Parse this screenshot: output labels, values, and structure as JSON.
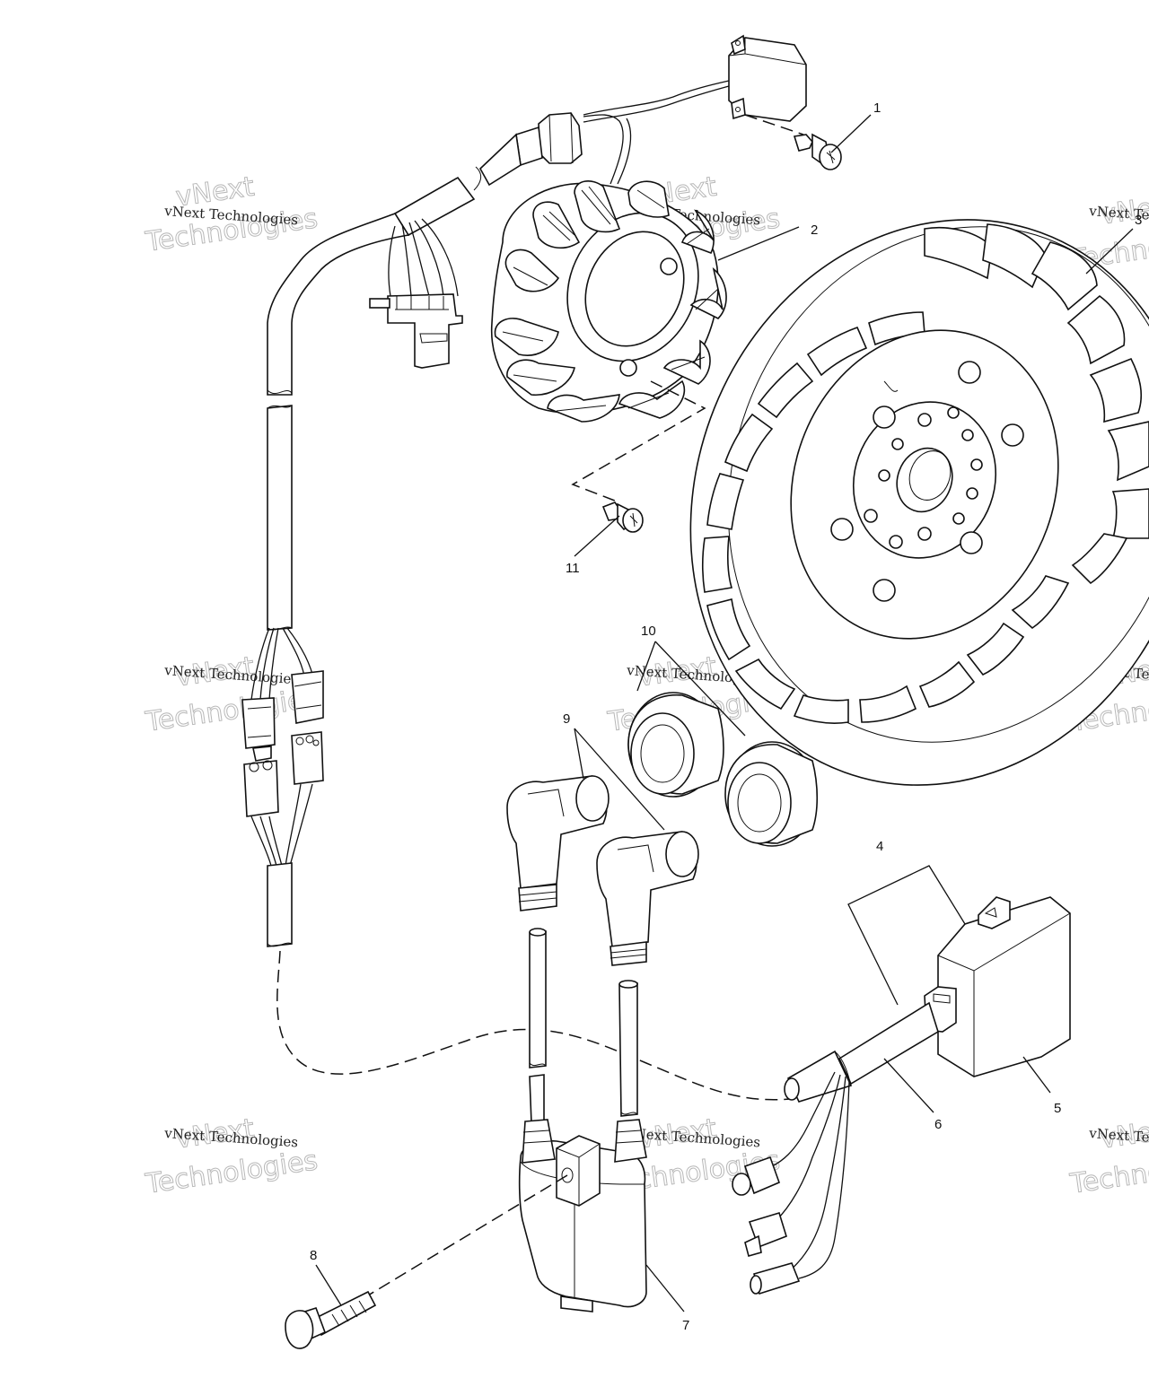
{
  "callouts": [
    {
      "id": "1",
      "text": "1"
    },
    {
      "id": "2",
      "text": "2"
    },
    {
      "id": "3",
      "text": "3"
    },
    {
      "id": "4",
      "text": "4"
    },
    {
      "id": "5",
      "text": "5"
    },
    {
      "id": "6",
      "text": "6"
    },
    {
      "id": "7",
      "text": "7"
    },
    {
      "id": "8",
      "text": "8"
    },
    {
      "id": "9",
      "text": "9"
    },
    {
      "id": "10",
      "text": "10"
    },
    {
      "id": "11",
      "text": "11"
    }
  ],
  "watermark": {
    "small": "vNext Technologies",
    "big": "Technologies",
    "top": "vNext"
  }
}
